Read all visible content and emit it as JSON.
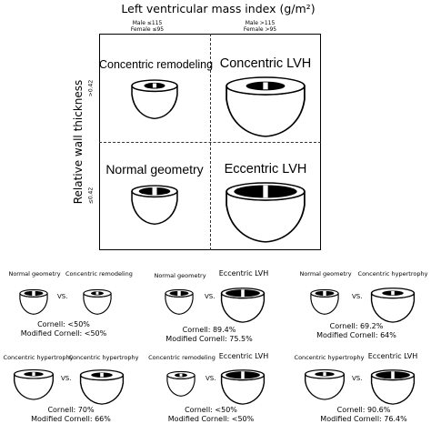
{
  "header": {
    "title": "Left ventricular mass index (g/m²)",
    "threshold_left": [
      "Male ≤115",
      "Female ≤95"
    ],
    "threshold_right": [
      "Male >115",
      "Female >95"
    ]
  },
  "axis": {
    "y_label": "Relative wall thickness",
    "rwt_high": ">0.42",
    "rwt_low": "≤0.42"
  },
  "quadrants": {
    "top_left": "Concentric remodeling",
    "top_right": "Concentric LVH",
    "bottom_left": "Normal geometry",
    "bottom_right": "Eccentric LVH"
  },
  "comparisons": [
    {
      "left": "Normal geometry",
      "right": "Concentric remodeling",
      "vs": "VS.",
      "cornell": "Cornell: <50%",
      "modified": "Modified Cornell: <50%"
    },
    {
      "left": "Normal geometry",
      "right": "Eccentric LVH",
      "vs": "VS.",
      "cornell": "Cornell: 89.4%",
      "modified": "Modified Cornell: 75.5%"
    },
    {
      "left": "Normal geometry",
      "right": "Concentric hypertrophy",
      "vs": "VS.",
      "cornell": "Cornell: 69.2%",
      "modified": "Modified Cornell: 64%"
    },
    {
      "left": "Concentric hypertrophy",
      "right": "Concentric hypertrophy",
      "vs": "VS.",
      "cornell": "Cornell: 70%",
      "modified": "Modified Cornell: 66%"
    },
    {
      "left": "Concentric remodeling",
      "right": "Eccentric LVH",
      "vs": "VS.",
      "cornell": "Cornell: <50%",
      "modified": "Modified Cornell: <50%"
    },
    {
      "left": "Concentric hypertrophy",
      "right": "Eccentric LVH",
      "vs": "VS.",
      "cornell": "Cornell: 90.6%",
      "modified": "Modified Cornell: 76.4%"
    }
  ]
}
